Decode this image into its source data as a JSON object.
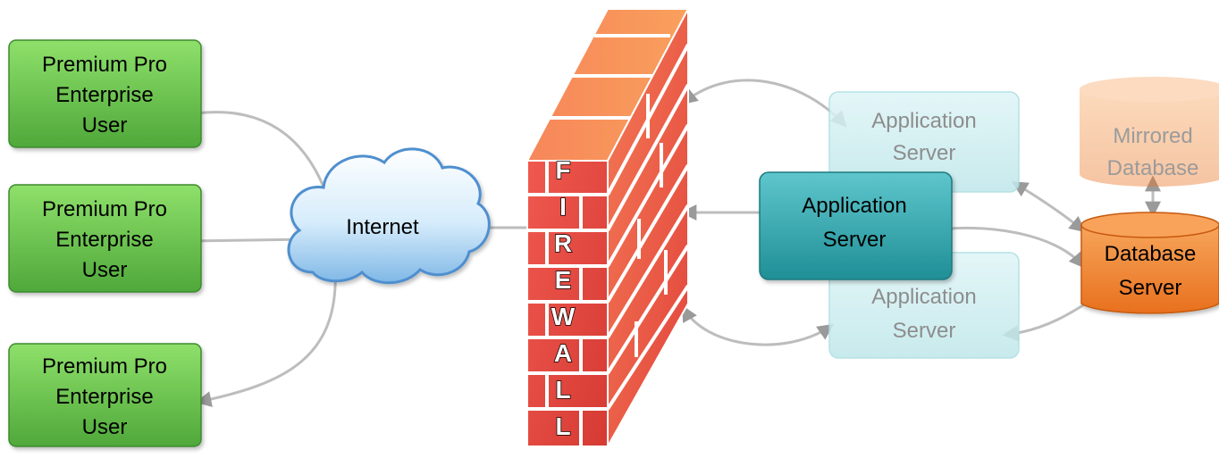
{
  "users": [
    {
      "lines": [
        "Premium Pro",
        "Enterprise",
        "User"
      ]
    },
    {
      "lines": [
        "Premium Pro",
        "Enterprise",
        "User"
      ]
    },
    {
      "lines": [
        "Premium Pro",
        "Enterprise",
        "User"
      ]
    }
  ],
  "cloud": {
    "label": "Internet"
  },
  "firewall": {
    "letters": [
      "F",
      "I",
      "R",
      "E",
      "W",
      "A",
      "L",
      "L"
    ]
  },
  "app_servers": [
    {
      "lines": [
        "Application",
        "Server"
      ]
    },
    {
      "lines": [
        "Application",
        "Server"
      ]
    },
    {
      "lines": [
        "Application",
        "Server"
      ]
    }
  ],
  "mirrored_db": {
    "lines": [
      "Mirrored",
      "Database"
    ]
  },
  "db_server": {
    "lines": [
      "Database",
      "Server"
    ]
  },
  "colors": {
    "user_green": "#6cc24a",
    "app_teal": "#2a9ca3",
    "app_faded": "#c9ecef",
    "db_orange": "#f0863a",
    "db_faded": "#f8d3b8",
    "brick_red": "#e8504a",
    "connector": "#b9b9b9"
  }
}
